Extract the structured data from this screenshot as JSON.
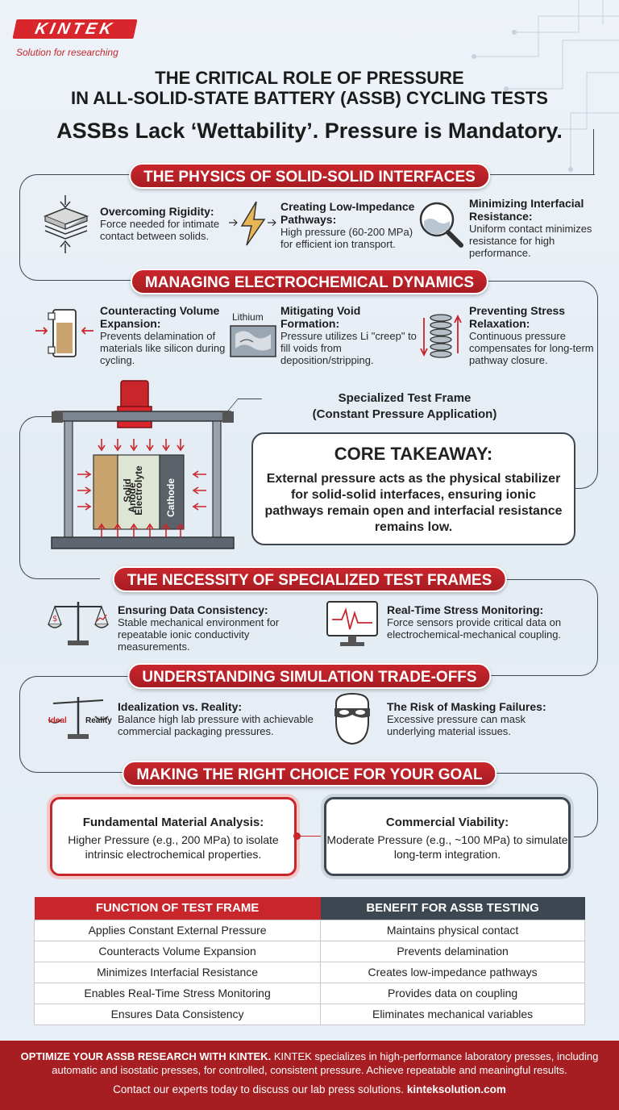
{
  "brand": {
    "logo": "KINTEK",
    "tagline": "Solution for researching"
  },
  "header": {
    "title_line1": "THE CRITICAL ROLE OF PRESSURE",
    "title_line2": "IN ALL-SOLID-STATE BATTERY (ASSB) CYCLING TESTS",
    "subtitle": "ASSBs Lack ‘Wettability’. Pressure is Mandatory."
  },
  "physics": {
    "banner": "THE PHYSICS OF SOLID-SOLID INTERFACES",
    "items": [
      {
        "title": "Overcoming Rigidity:",
        "desc": "Force needed for intimate contact between solids.",
        "icon": "compressed-layers-icon"
      },
      {
        "title": "Creating Low-Impedance Pathways:",
        "desc": "High pressure (60-200 MPa) for efficient ion transport.",
        "icon": "lightning-icon"
      },
      {
        "title": "Minimizing Interfacial Resistance:",
        "desc": "Uniform contact minimizes resistance for high performance.",
        "icon": "magnifier-icon"
      }
    ]
  },
  "dynamics": {
    "banner": "MANAGING ELECTROCHEMICAL DYNAMICS",
    "items": [
      {
        "title": "Counteracting Volume Expansion:",
        "desc": "Prevents delamination of materials like silicon during cycling.",
        "icon": "cell-expansion-icon"
      },
      {
        "title": "Mitigating Void Formation:",
        "desc": "Pressure utilizes Li \"creep\" to fill voids from deposition/stripping.",
        "icon": "lithium-void-icon",
        "icon_label": "Lithium"
      },
      {
        "title": "Preventing Stress Relaxation:",
        "desc": "Continuous pressure compensates for long-term pathway closure.",
        "icon": "spring-icon"
      }
    ]
  },
  "frame": {
    "caption_line1": "Specialized Test Frame",
    "caption_line2": "(Constant Pressure Application)",
    "layers": [
      "Anode",
      "Solid Electrolyte",
      "Cathode"
    ]
  },
  "takeaway": {
    "title": "CORE TAKEAWAY:",
    "text": "External pressure acts as the physical stabilizer for solid-solid interfaces, ensuring ionic pathways remain open and interfacial resistance remains low."
  },
  "necessity": {
    "banner": "THE NECESSITY OF SPECIALIZED TEST FRAMES",
    "items": [
      {
        "title": "Ensuring Data Consistency:",
        "desc": "Stable mechanical environment for repeatable ionic conductivity measurements.",
        "icon": "balance-scale-icon"
      },
      {
        "title": "Real-Time Stress Monitoring:",
        "desc": "Force sensors provide critical data on electrochemical-mechanical coupling.",
        "icon": "monitor-icon"
      }
    ]
  },
  "tradeoffs": {
    "banner": "UNDERSTANDING SIMULATION TRADE-OFFS",
    "items": [
      {
        "title": "Idealization vs. Reality:",
        "desc": "Balance high lab pressure with achievable commercial packaging pressures.",
        "icon": "ideal-reality-scale-icon",
        "labels": [
          "Ideal",
          "Reality"
        ]
      },
      {
        "title": "The Risk of Masking Failures:",
        "desc": "Excessive pressure can mask underlying material issues.",
        "icon": "mask-icon"
      }
    ]
  },
  "choice": {
    "banner": "MAKING THE RIGHT CHOICE FOR YOUR GOAL",
    "cards": [
      {
        "title": "Fundamental Material Analysis:",
        "desc": "Higher Pressure (e.g., 200 MPa) to isolate intrinsic electrochemical properties."
      },
      {
        "title": "Commercial Viability:",
        "desc": "Moderate Pressure (e.g., ~100 MPa) to simulate long-term integration."
      }
    ]
  },
  "table": {
    "headers": [
      "FUNCTION OF TEST FRAME",
      "BENEFIT FOR ASSB TESTING"
    ],
    "rows": [
      [
        "Applies Constant External Pressure",
        "Maintains physical contact"
      ],
      [
        "Counteracts Volume Expansion",
        "Prevents delamination"
      ],
      [
        "Minimizes Interfacial Resistance",
        "Creates low-impedance pathways"
      ],
      [
        "Enables Real-Time Stress Monitoring",
        "Provides data on coupling"
      ],
      [
        "Ensures Data Consistency",
        "Eliminates mechanical variables"
      ]
    ]
  },
  "footer": {
    "lead": "OPTIMIZE YOUR ASSB RESEARCH WITH KINTEK.",
    "body": "KINTEK specializes in high-performance laboratory presses, including automatic and isostatic presses, for controlled, consistent pressure. Achieve repeatable and meaningful results.",
    "cta": "Contact our experts today to discuss our lab press solutions.",
    "site": "kinteksolution.com"
  },
  "colors": {
    "accent": "#c9262c",
    "dark": "#3d4752",
    "background": "#e8eff6"
  }
}
